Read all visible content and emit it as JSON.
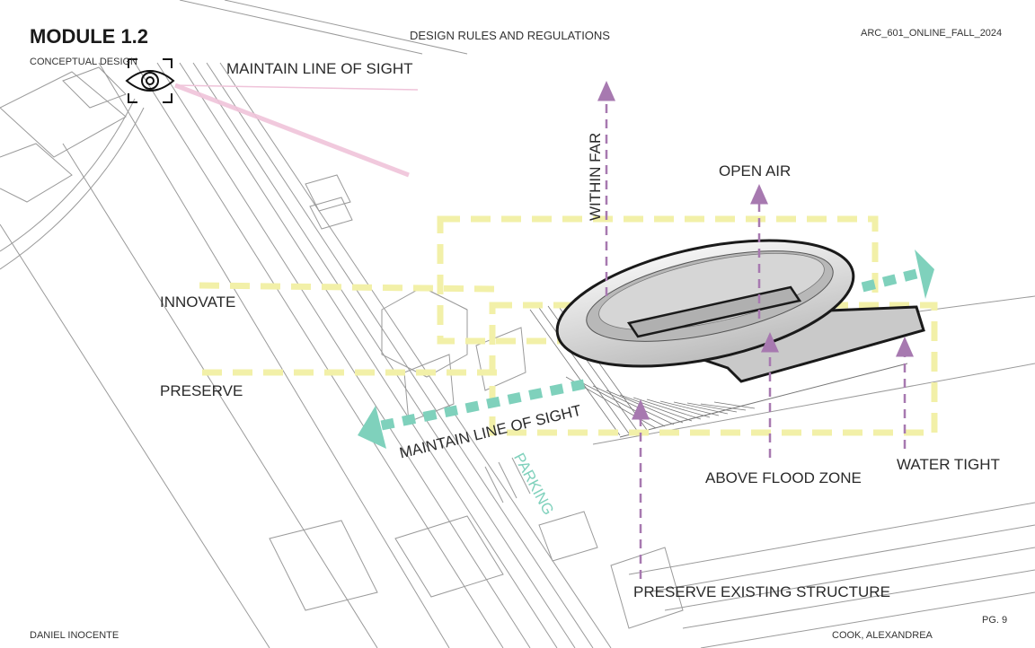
{
  "header": {
    "title": "MODULE 1.2",
    "subtitle": "CONCEPTUAL DESIGN",
    "center": "DESIGN RULES AND REGULATIONS",
    "course": "ARC_601_ONLINE_FALL_2024"
  },
  "footer": {
    "author": "DANIEL INOCENTE",
    "instructor": "COOK, ALEXANDREA",
    "page": "PG. 9"
  },
  "labels": {
    "maintain_line_of_sight_top": "MAINTAIN LINE OF SIGHT",
    "within_far": "WITHIN FAR",
    "open_air": "OPEN AIR",
    "innovate": "INNOVATE",
    "preserve": "PRESERVE",
    "maintain_line_of_sight_diag": "MAINTAIN LINE OF SIGHT",
    "parking": "PARKING",
    "above_flood_zone": "ABOVE FLOOD ZONE",
    "water_tight": "WATER TIGHT",
    "preserve_existing_structure": "PRESERVE EXISTING STRUCTURE"
  },
  "icons": {
    "eye": "eye-icon"
  },
  "colors": {
    "purple_arrow": "#a779b0",
    "teal_arrow": "#7fd1bc",
    "yellow_zone": "#f2f0a8",
    "pink_sight": "#efc3d9",
    "linework": "#8a8a8a",
    "ring_fill": "#e6e6e6"
  }
}
